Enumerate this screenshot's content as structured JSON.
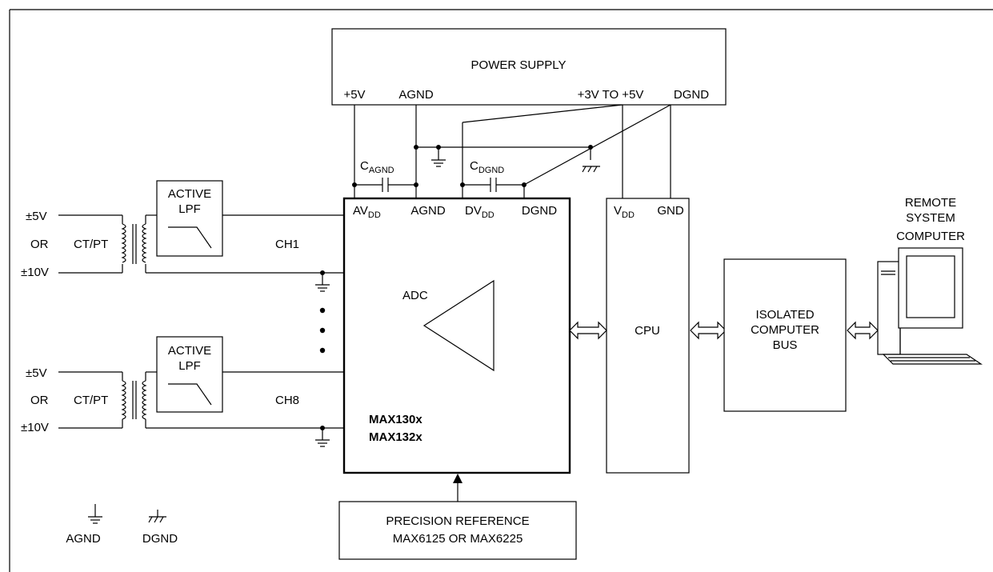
{
  "power_supply": {
    "title": "POWER SUPPLY",
    "pins": [
      "+5V",
      "AGND",
      "+3V TO +5V",
      "DGND"
    ]
  },
  "caps": {
    "cagnd": {
      "main": "C",
      "sub": "AGND"
    },
    "cdgnd": {
      "main": "C",
      "sub": "DGND"
    }
  },
  "adc_pins": {
    "avdd": {
      "main": "AV",
      "sub": "DD"
    },
    "agnd": "AGND",
    "dvdd": {
      "main": "DV",
      "sub": "DD"
    },
    "dgnd": "DGND"
  },
  "adc": {
    "label": "ADC",
    "part1": "MAX130x",
    "part2": "MAX132x"
  },
  "cpu": {
    "vdd": {
      "main": "V",
      "sub": "DD"
    },
    "gnd": "GND",
    "label": "CPU"
  },
  "channels": [
    {
      "v1": "±5V",
      "or": "OR",
      "v2": "±10V",
      "ctpt": "CT/PT",
      "lpf1": "ACTIVE",
      "lpf2": "LPF",
      "ch": "CH1"
    },
    {
      "v1": "±5V",
      "or": "OR",
      "v2": "±10V",
      "ctpt": "CT/PT",
      "lpf1": "ACTIVE",
      "lpf2": "LPF",
      "ch": "CH8"
    }
  ],
  "isolated_bus": [
    "ISOLATED",
    "COMPUTER",
    "BUS"
  ],
  "remote": [
    "REMOTE",
    "SYSTEM",
    "COMPUTER"
  ],
  "reference": [
    "PRECISION REFERENCE",
    "MAX6125 OR MAX6225"
  ],
  "legend": {
    "agnd": "AGND",
    "dgnd": "DGND"
  }
}
